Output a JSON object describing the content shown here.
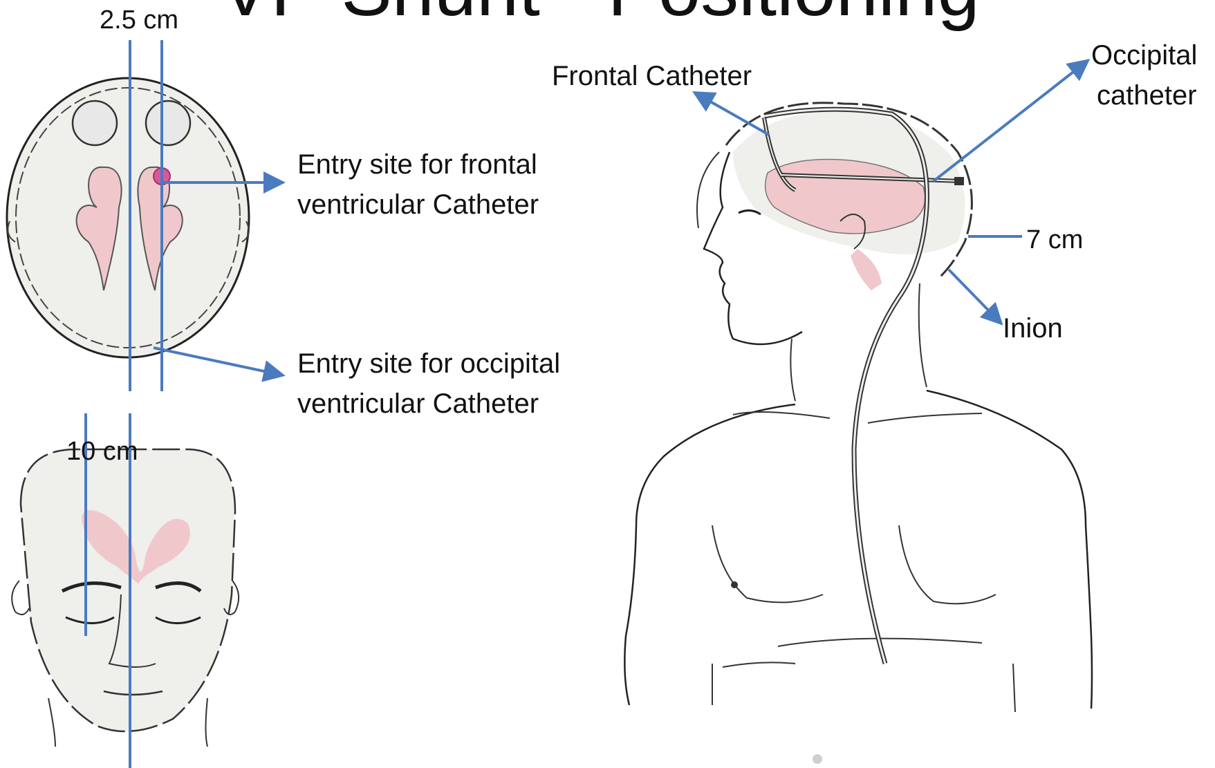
{
  "title": "VP Shunt - Positioning",
  "labels": {
    "dist_top": "2.5 cm",
    "dist_face": "10 cm",
    "dist_side": "7 cm",
    "entry_frontal_line1": "Entry site for frontal",
    "entry_frontal_line2": "ventricular  Catheter",
    "entry_occipital_line1": "Entry site for occipital",
    "entry_occipital_line2": "ventricular  Catheter",
    "frontal_catheter": "Frontal Catheter",
    "occipital_line1": "Occipital",
    "occipital_line2": "catheter",
    "inion": "Inion"
  },
  "colors": {
    "arrow": "#4a7bbf",
    "brain_pink": "#f0c8cc",
    "ventricle_pink": "#e9b8c0",
    "skin": "#efefeb",
    "line": "#222222",
    "entry_dot": "#d8589a"
  }
}
